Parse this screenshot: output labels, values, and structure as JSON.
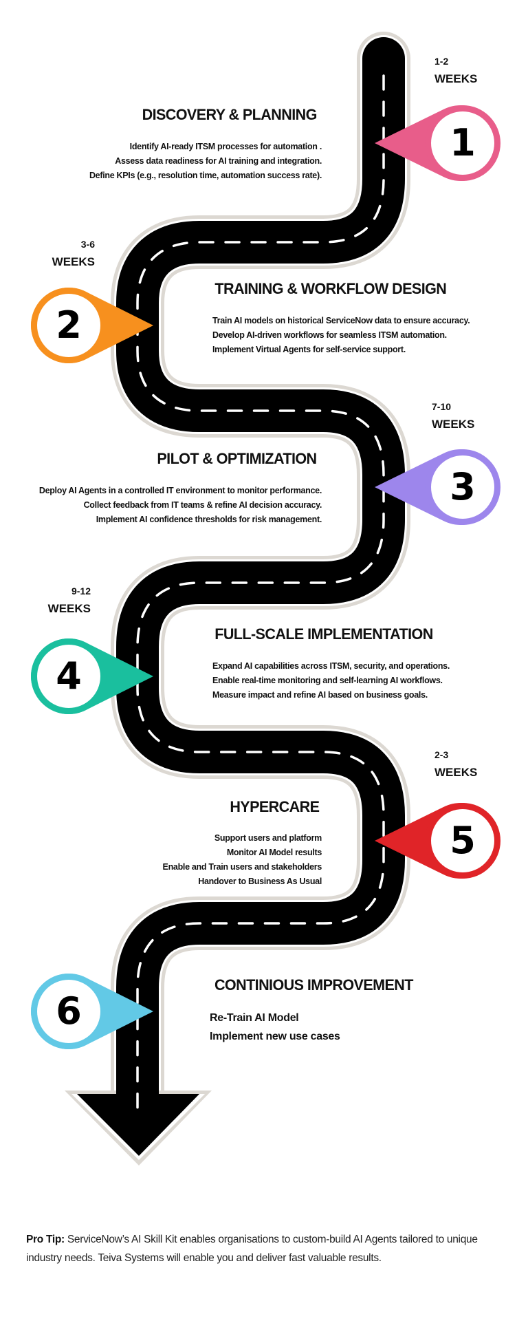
{
  "roadmap": {
    "steps": [
      {
        "number": "1",
        "title": "DISCOVERY & PLANNING",
        "duration_range": "1-2",
        "duration_unit": "WEEKS",
        "color": "#e85d8a",
        "items": [
          "Identify AI-ready ITSM processes for automation .",
          "Assess data readiness for AI training and integration.",
          "Define KPIs (e.g., resolution time, automation success rate)."
        ]
      },
      {
        "number": "2",
        "title": "TRAINING & WORKFLOW DESIGN",
        "duration_range": "3-6",
        "duration_unit": "WEEKS",
        "color": "#f7901e",
        "items": [
          "Train AI models on historical ServiceNow data to ensure accuracy.",
          "Develop AI-driven workflows for seamless ITSM automation.",
          "Implement Virtual Agents for self-service support."
        ]
      },
      {
        "number": "3",
        "title": "PILOT & OPTIMIZATION",
        "duration_range": "7-10",
        "duration_unit": "WEEKS",
        "color": "#9d86ec",
        "items": [
          "Deploy AI Agents in a controlled IT environment to monitor performance.",
          "Collect feedback from IT teams & refine AI decision accuracy.",
          "Implement AI confidence thresholds for risk management."
        ]
      },
      {
        "number": "4",
        "title": "FULL-SCALE IMPLEMENTATION",
        "duration_range": "9-12",
        "duration_unit": "WEEKS",
        "color": "#1abf9e",
        "items": [
          "Expand AI capabilities across ITSM, security, and operations.",
          "Enable real-time monitoring and self-learning AI workflows.",
          "Measure impact and refine AI based on business goals."
        ]
      },
      {
        "number": "5",
        "title": "HYPERCARE",
        "duration_range": "2-3",
        "duration_unit": "WEEKS",
        "color": "#e02428",
        "items": [
          "Support users and platform",
          "Monitor AI Model results",
          "Enable and Train  users and stakeholders",
          "Handover to Business As Usual"
        ]
      },
      {
        "number": "6",
        "title": "CONTINIOUS IMPROVEMENT",
        "color": "#62c9e6",
        "items": [
          "Re-Train AI Model",
          "Implement new use cases"
        ]
      }
    ],
    "road_colors": {
      "asphalt": "#000000",
      "edge": "#dcd8d2",
      "lane_marking": "#ffffff"
    }
  },
  "pro_tip": {
    "label": "Pro Tip:",
    "text": " ServiceNow’s AI Skill Kit enables organisations to custom-build AI Agents tailored to unique industry needs. Teiva Systems will enable you and deliver fast valuable results."
  }
}
